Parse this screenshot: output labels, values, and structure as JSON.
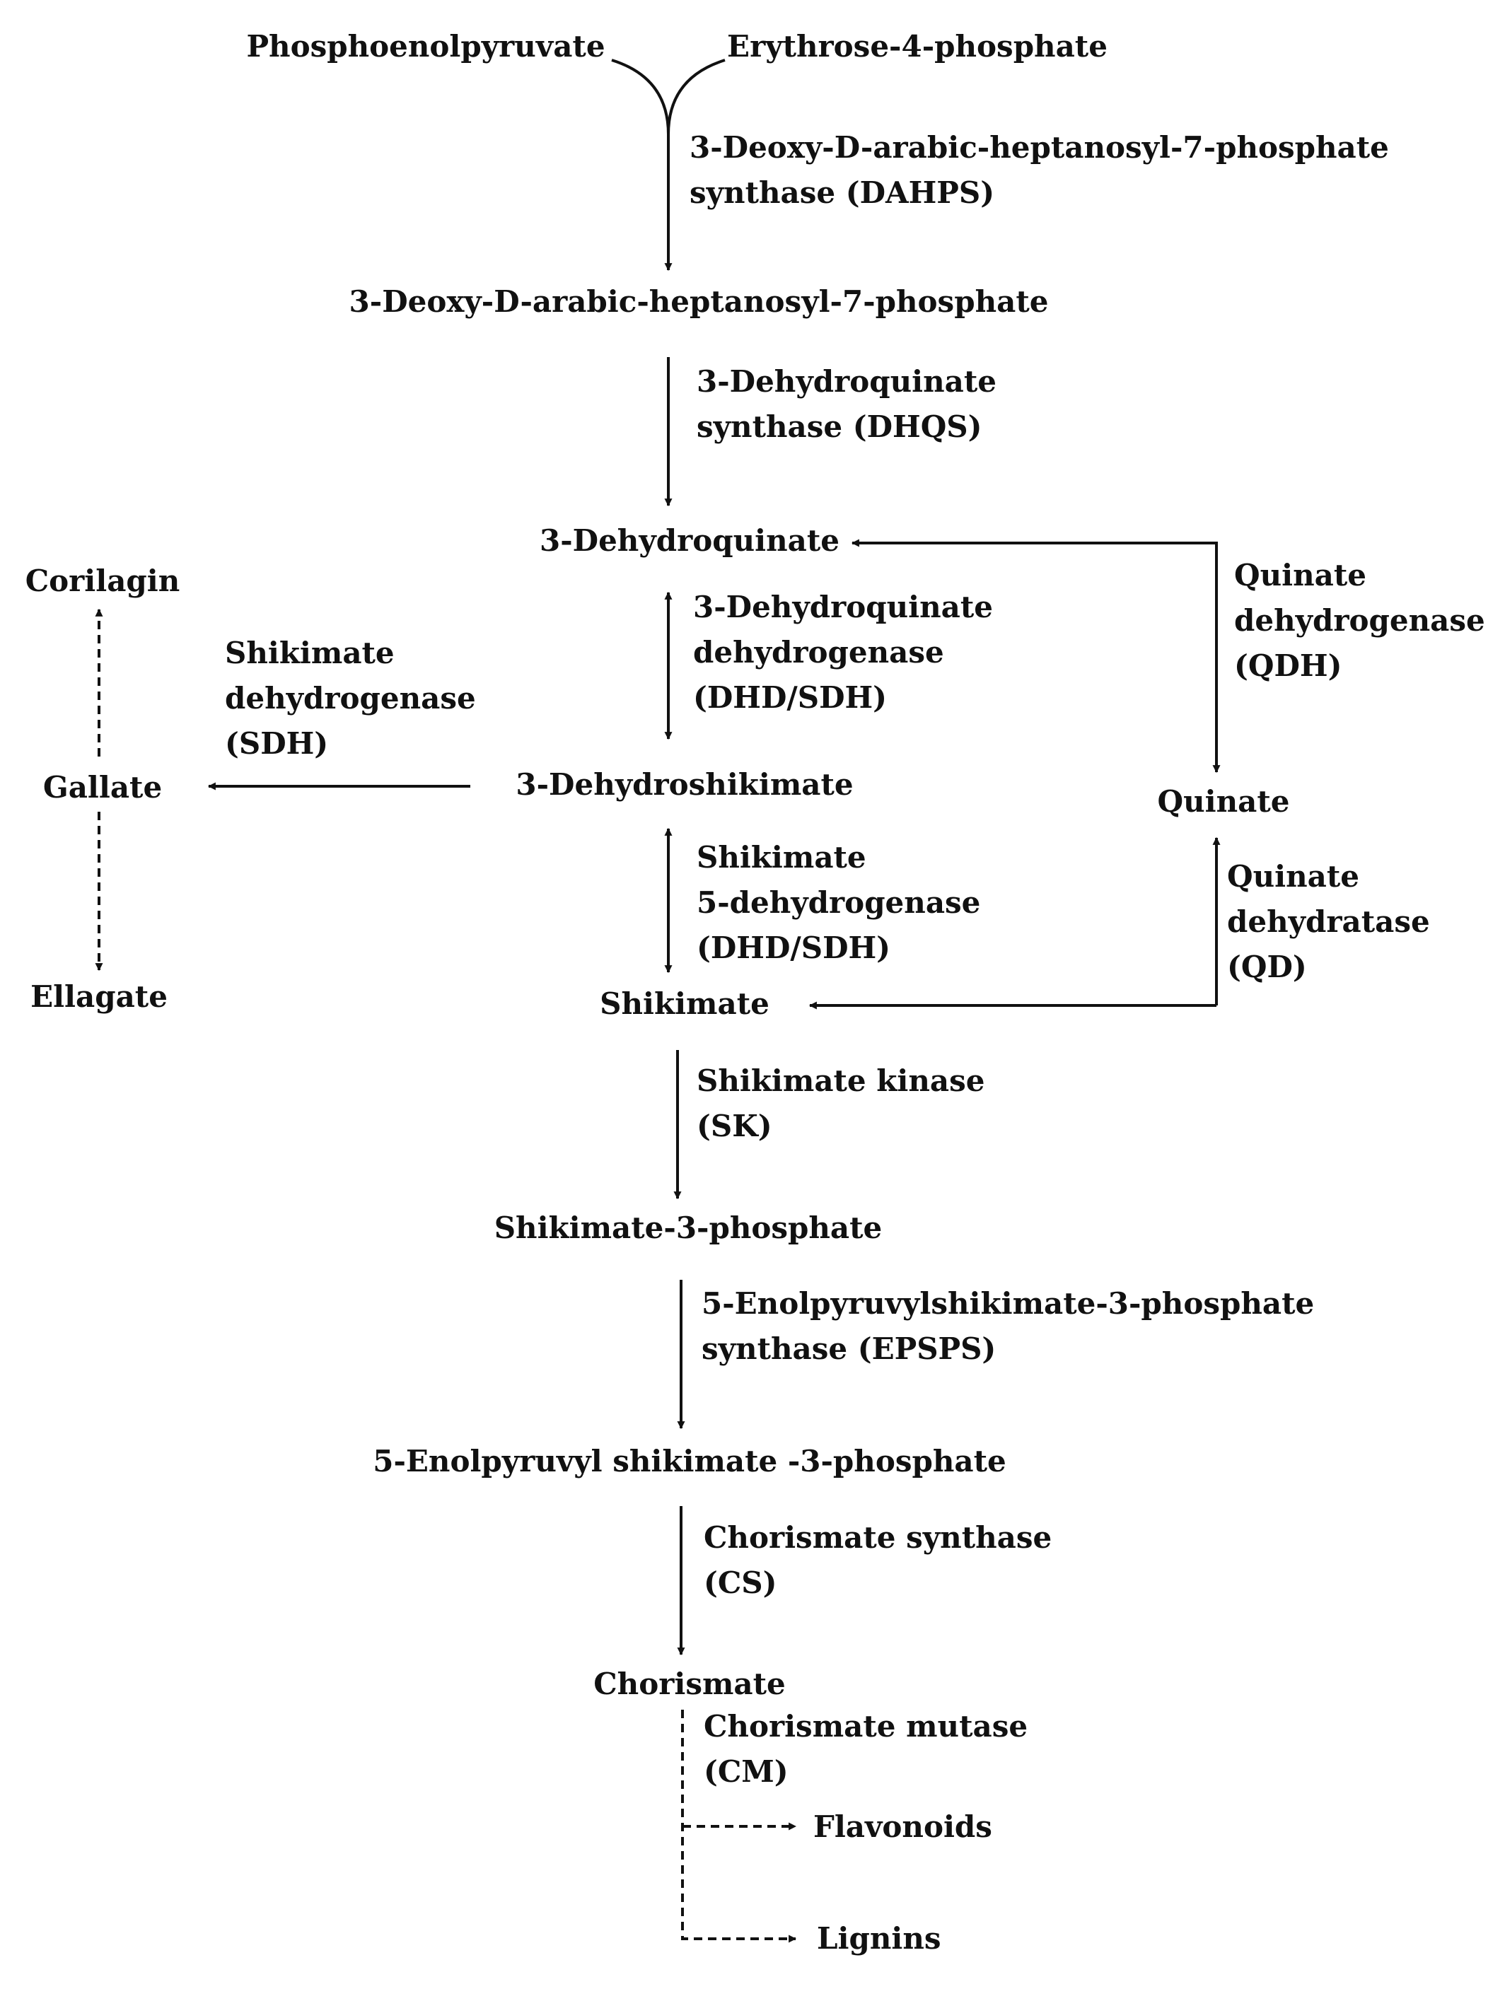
{
  "compounds": {
    "pep": "Phosphoenolpyruvate",
    "e4p": "Erythrose-4-phosphate",
    "dahp": "3-Deoxy-D-arabic-heptanosyl-7-phosphate",
    "dhq": "3-Dehydroquinate",
    "dhs": "3-Dehydroshikimate",
    "shikimate": "Shikimate",
    "s3p": "Shikimate-3-phosphate",
    "epsp": "5-Enolpyruvyl shikimate -3-phosphate",
    "chorismate": "Chorismate",
    "corilagin": "Corilagin",
    "gallate": "Gallate",
    "ellagate": "Ellagate",
    "quinate": "Quinate",
    "flavonoids": "Flavonoids",
    "lignins": "Lignins"
  },
  "enzymes": {
    "dahps": [
      "3-Deoxy-D-arabic-heptanosyl-7-phosphate",
      "synthase (DAHPS)"
    ],
    "dhqs": [
      "3-Dehydroquinate",
      "synthase (DHQS)"
    ],
    "dhd": [
      "3-Dehydroquinate",
      "dehydrogenase",
      "(DHD/SDH)"
    ],
    "sdh5": [
      "Shikimate",
      "5-dehydrogenase",
      "(DHD/SDH)"
    ],
    "sdh": [
      "Shikimate",
      "dehydrogenase",
      "(SDH)"
    ],
    "qdh": [
      "Quinate",
      "dehydrogenase",
      "(QDH)"
    ],
    "qd": [
      "Quinate",
      "dehydratase",
      "(QD)"
    ],
    "sk": [
      "Shikimate kinase",
      "(SK)"
    ],
    "epsps": [
      "5-Enolpyruvylshikimate-3-phosphate",
      "synthase (EPSPS)"
    ],
    "cs": [
      "Chorismate synthase",
      "(CS)"
    ],
    "cm": [
      "Chorismate mutase",
      "(CM)"
    ]
  },
  "colors": {
    "ink": "#111111",
    "background": "#ffffff"
  }
}
